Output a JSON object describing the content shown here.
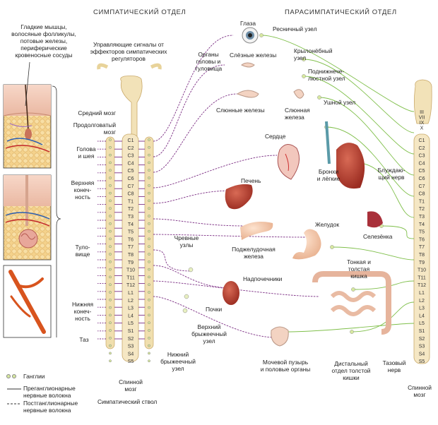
{
  "headers": {
    "sympathetic": "СИМПАТИЧЕСКИЙ ОТДЕЛ",
    "parasympathetic": "ПАРАСИМПАТИЧЕСКИЙ ОТДЕЛ"
  },
  "left_labels": {
    "smooth_muscles": [
      "Гладкие мышцы,",
      "волосяные фолликулы,",
      "потовые железы,",
      "периферические",
      "кровеносные сосуды"
    ],
    "control_signals": [
      "Управляющие сигналы от",
      "эффекторов симпатических",
      "регуляторов"
    ],
    "midbrain": "Средний мозг",
    "medulla": [
      "Продолговатый",
      "мозг"
    ],
    "head_neck": [
      "Голова",
      "и шея"
    ],
    "upper_limb": [
      "Верхняя",
      "конеч-",
      "ность"
    ],
    "trunk": [
      "Туло-",
      "вище"
    ],
    "lower_limb": [
      "Нижняя",
      "конеч-",
      "ность"
    ],
    "pelvis": "Таз",
    "spinal_cord_left": [
      "Спинной",
      "мозг"
    ],
    "sympathetic_trunk": "Симпатический ствол"
  },
  "legend": {
    "ganglia": "Ганглии",
    "preganglionic": [
      "Преганглионарные",
      "нервные волокна"
    ],
    "postganglionic": [
      "Постганглионарные",
      "нервные волокна"
    ]
  },
  "organ_labels": {
    "eye": "Глаза",
    "ciliary_ganglion": "Ресничный узел",
    "head_trunk_organs": [
      "Органы",
      "головы и",
      "туловища"
    ],
    "lacrimal_glands": "Слёзные железы",
    "pterygopalatine": [
      "Крылонёбный",
      "узел"
    ],
    "submandibular": [
      "Поднижнече-",
      "люстной узел"
    ],
    "otic_ganglion": "Ушной узел",
    "salivary_glands": "Слюнные железы",
    "salivary_gland": [
      "Слюнная",
      "железа"
    ],
    "heart": "Сердце",
    "bronchi_lungs": [
      "Бронхи",
      "и лёгкие"
    ],
    "vagus": [
      "Блуждаю-",
      "щий нерв"
    ],
    "liver": "Печень",
    "stomach": "Желудок",
    "spleen": "Селезёнка",
    "celiac": [
      "Чревные",
      "узлы"
    ],
    "pancreas": [
      "Поджелудочная",
      "железа"
    ],
    "intestines": [
      "Тонкая и",
      "толстая",
      "кишка"
    ],
    "adrenal": "Надпочечники",
    "kidneys": "Почки",
    "sup_mesenteric": [
      "Верхний",
      "брыжеечный",
      "узел"
    ],
    "inf_mesenteric": [
      "Нижний",
      "брыжеечный",
      "узел"
    ],
    "bladder": [
      "Мочевой пузырь",
      "и половые органы"
    ],
    "distal_colon": [
      "Дистальный",
      "отдел толстой",
      "кишки"
    ],
    "pelvic_nerve": [
      "Тазовый",
      "нерв"
    ],
    "spinal_cord_right": [
      "Спинной",
      "мозг"
    ]
  },
  "segments": {
    "left_cord": [
      "C1",
      "C2",
      "C3",
      "C4",
      "C5",
      "C6",
      "C7",
      "C8",
      "T1",
      "T2",
      "T3",
      "T4",
      "T5",
      "T6",
      "T7",
      "T8",
      "T9",
      "T10",
      "T11",
      "T12",
      "L1",
      "L2",
      "L3",
      "L4",
      "L5",
      "S1",
      "S2",
      "S3",
      "S4",
      "S5"
    ],
    "right_cranial": [
      "III",
      "VII",
      "IX",
      "X"
    ],
    "right_cord": [
      "C1",
      "C2",
      "C3",
      "C4",
      "C5",
      "C6",
      "C7",
      "C8",
      "T1",
      "T2",
      "T3",
      "T4",
      "T5",
      "T6",
      "T7",
      "T8",
      "T9",
      "T10",
      "T11",
      "T12",
      "L1",
      "L2",
      "L3",
      "L4",
      "L5",
      "S1",
      "S2",
      "S3",
      "S4",
      "S5"
    ]
  },
  "colors": {
    "sympathetic_fiber": "#7b2d83",
    "parasympathetic_fiber": "#7fbf4a",
    "cord": "#f2e2b8",
    "ganglion": "#d7e8a0"
  }
}
